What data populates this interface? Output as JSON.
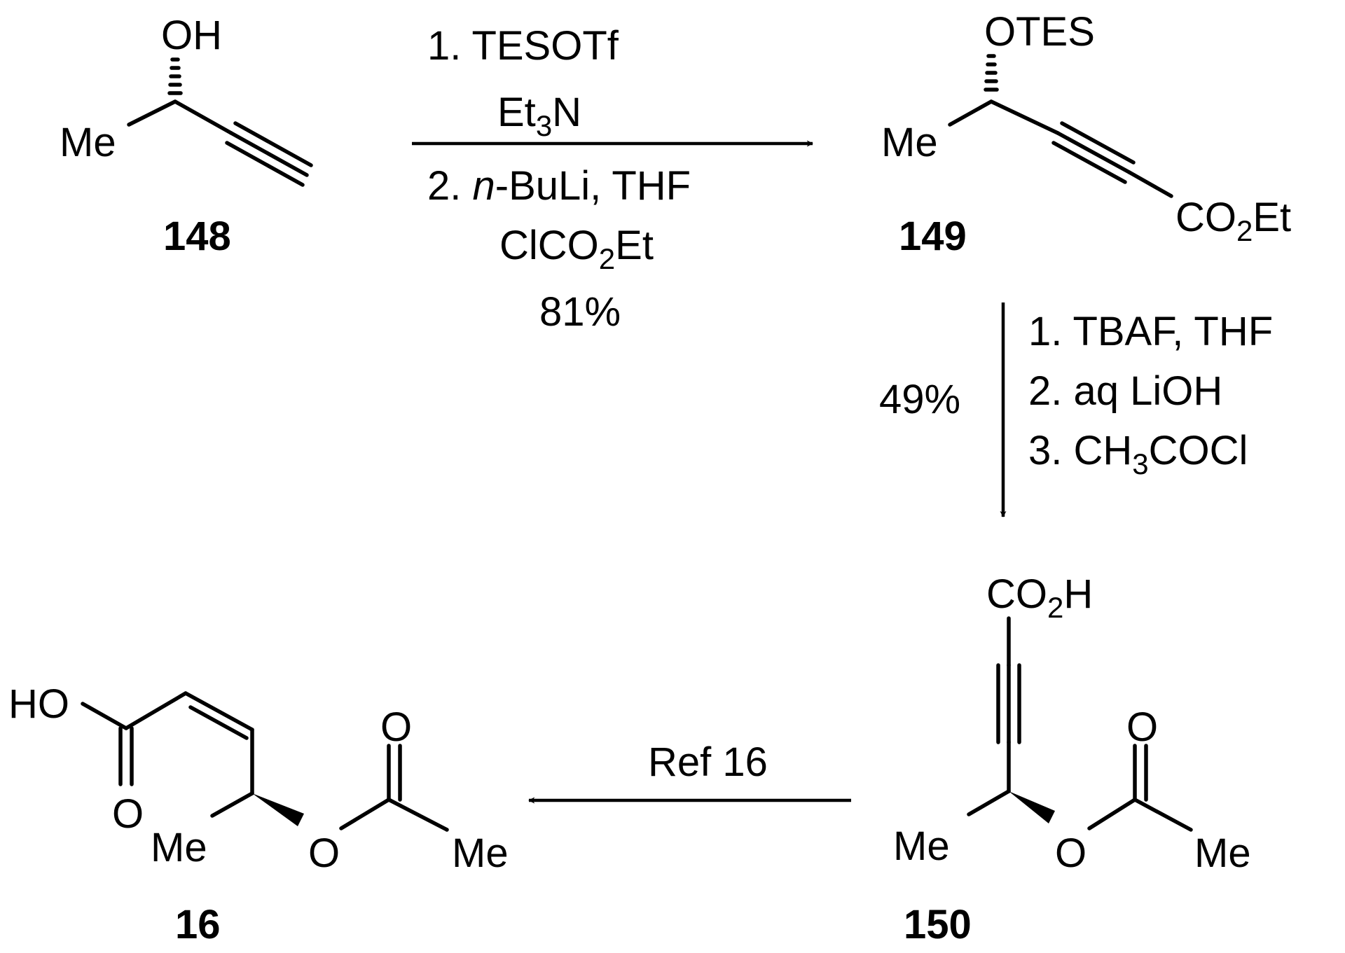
{
  "compounds": {
    "c148": {
      "number": "148",
      "oh": "OH",
      "me": "Me"
    },
    "c149": {
      "number": "149",
      "otes": "OTES",
      "me": "Me",
      "ester_co": "CO",
      "ester_sub": "2",
      "ester_et": "Et"
    },
    "c150": {
      "number": "150",
      "acid_co": "CO",
      "acid_sub": "2",
      "acid_h": "H",
      "me": "Me",
      "o_ester": "O",
      "o_carbonyl": "O",
      "me_acetyl": "Me"
    },
    "c16": {
      "number": "16",
      "ho": "HO",
      "o_acid": "O",
      "me": "Me",
      "o_ester": "O",
      "o_carbonyl": "O",
      "me_acetyl": "Me"
    }
  },
  "steps": {
    "step1": {
      "line1": "1. TESOTf",
      "line2_pre": "Et",
      "line2_sub": "3",
      "line2_post": "N",
      "line3_pre": "2.  ",
      "line3_italic": "n",
      "line3_post": "-BuLi, THF",
      "line4_pre": "ClCO",
      "line4_sub": "2",
      "line4_post": "Et",
      "yield": "81%"
    },
    "step2": {
      "line1": "1. TBAF,  THF",
      "line2": "2. aq LiOH",
      "line3_pre": "3. CH",
      "line3_sub": "3",
      "line3_post": "COCl",
      "yield": "49%"
    },
    "step3": {
      "label": "Ref 16"
    }
  }
}
